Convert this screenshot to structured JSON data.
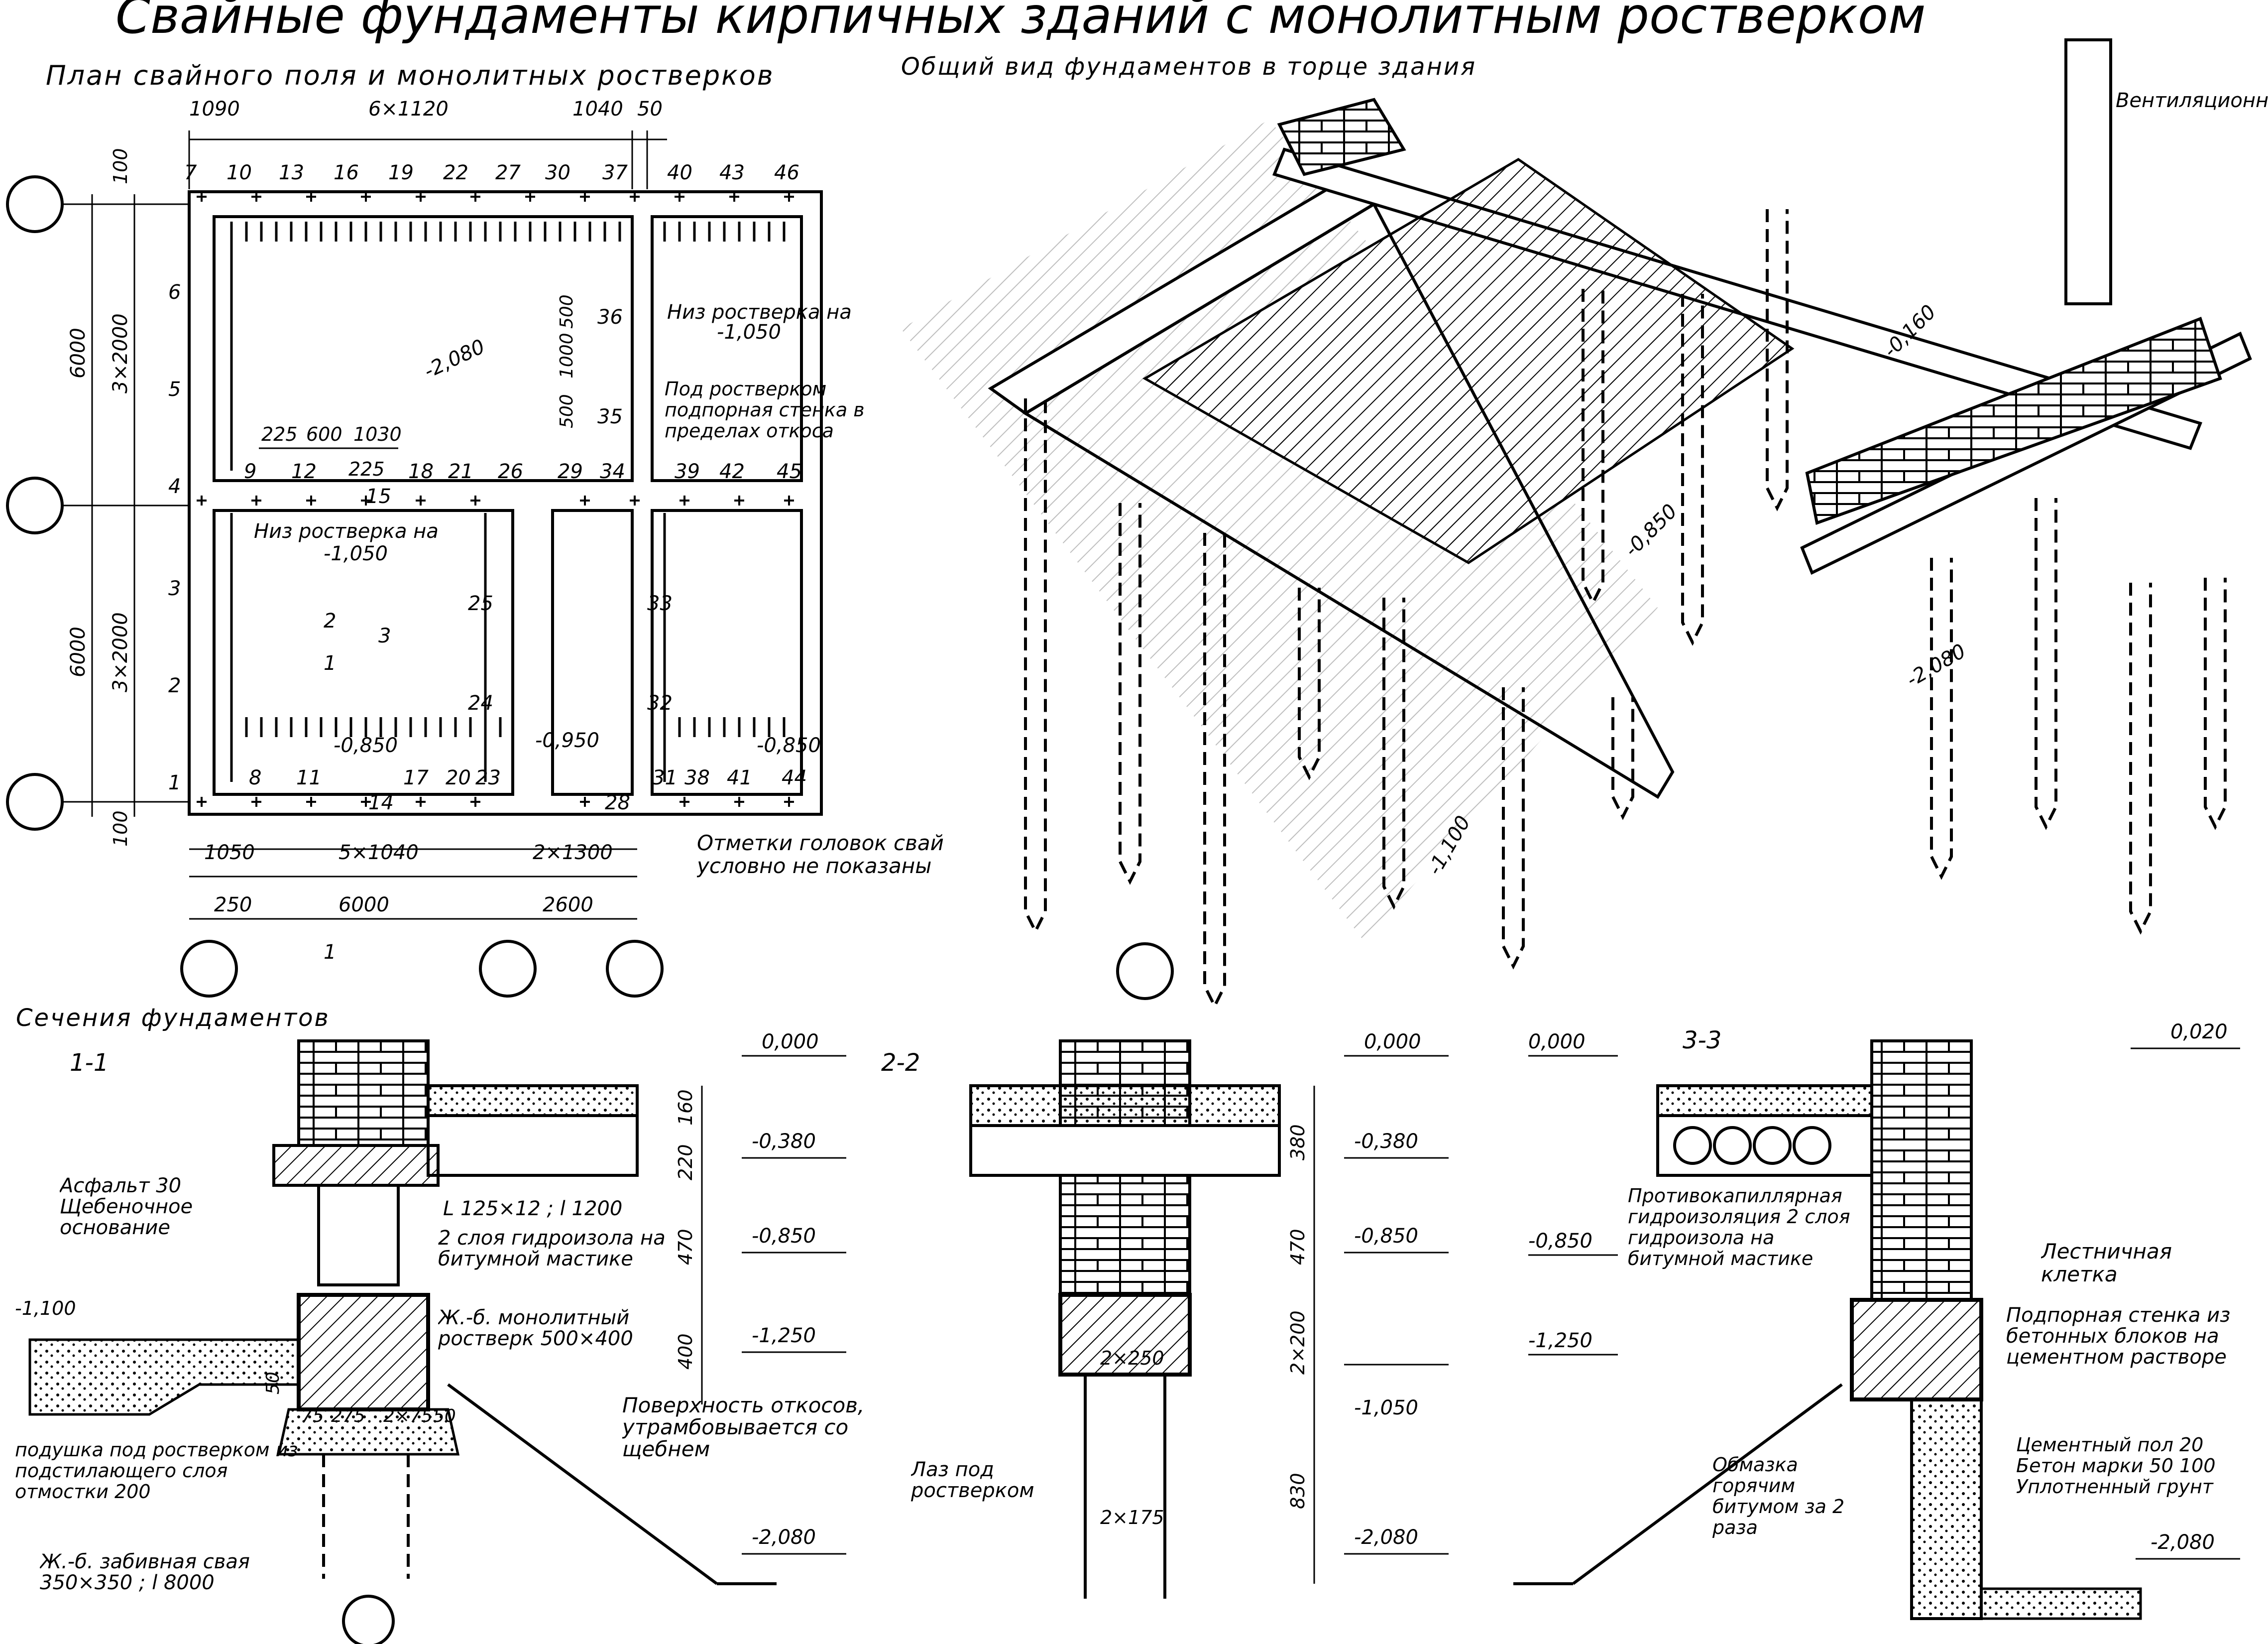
{
  "sheet": {
    "title": "Свайные фундаменты кирпичных зданий с монолитным ростверком"
  },
  "plan": {
    "title": "План свайного поля и монолитных ростверков",
    "top_dims": {
      "d1": "1090",
      "d2": "6×1120",
      "d3": "1040",
      "d4": "50"
    },
    "bottom_dims": {
      "d1": "1050",
      "d2": "5×1040",
      "d3": "2×1300",
      "d4": "250",
      "d5": "6000",
      "d6": "2600"
    },
    "left_dims": {
      "upper": "6000",
      "upper_sub": "3×2000",
      "lower": "6000",
      "lower_sub": "3×2000",
      "edge_top": "100",
      "edge_bottom": "100"
    },
    "pile_numbers_top": [
      "7",
      "10",
      "13",
      "16",
      "19",
      "22",
      "27",
      "30",
      "37",
      "40",
      "43",
      "46"
    ],
    "pile_numbers_mid": [
      "9",
      "12",
      "15",
      "18",
      "21",
      "26",
      "29",
      "34",
      "39",
      "42",
      "45"
    ],
    "pile_numbers_bottom": [
      "8",
      "11",
      "14",
      "17",
      "20",
      "23",
      "28",
      "31",
      "38",
      "41",
      "44"
    ],
    "pile_numbers_left": [
      "1",
      "2",
      "3",
      "4",
      "5",
      "6"
    ],
    "pile_numbers_inner": [
      "25",
      "24",
      "33",
      "32",
      "35",
      "36"
    ],
    "inner_dims": {
      "a": "225",
      "b": "600",
      "c": "1030",
      "d": "225",
      "e": "500",
      "f": "1000",
      "g": "500"
    },
    "elev_pit": "-2,080",
    "elev_850_a": "-0,850",
    "elev_950": "-0,950",
    "elev_850_b": "-0,850",
    "note_grillage_top": "Низ ростверка на",
    "note_grillage_top_val": "-1,050",
    "note_retaining": "Под ростверком подпорная стенка в пределах откоса",
    "note_grillage_left": "Низ ростверка на",
    "note_grillage_left_val": "-1,050",
    "note_piles": "Отметки головок свай условно не показаны",
    "section_marks": {
      "s1": "1",
      "s2": "2",
      "s3": "3"
    }
  },
  "axo": {
    "title": "Общий вид фундаментов в торце здания",
    "vent_note": "Вентиляционные блоки",
    "elev_a": "-0,160",
    "elev_b": "-0,850",
    "elev_c": "-2,080",
    "elev_d": "-1,100"
  },
  "sections": {
    "title": "Сечения фундаментов",
    "s11": {
      "label": "1-1",
      "elev_0": "0,000",
      "elev_380": "-0,380",
      "elev_850": "-0,850",
      "elev_1250": "-1,250",
      "elev_2080": "-2,080",
      "elev_1100": "-1,100",
      "dims": {
        "d160": "160",
        "d220": "220",
        "d470": "470",
        "d400": "400",
        "d50": "50"
      },
      "bottom_dims": {
        "a": "75",
        "b": "275",
        "c": "2×75",
        "d": "50"
      },
      "angle": "L 125×12 ; l 1200",
      "hydro": "2 слоя гидроизола на битумной мастике",
      "grillage": "Ж.-б. монолитный ростверк 500×400",
      "asphalt": "Асфальт 30 Щебеночное основание",
      "slopes": "Поверхность откосов, утрамбовывается со щебнем",
      "cushion": "подушка под ростверком из подстилающего слоя отмостки 200",
      "pile": "Ж.-б. забивная свая 350×350 ; l 8000"
    },
    "s22": {
      "label": "2-2",
      "elev_0": "0,000",
      "elev_380": "-0,380",
      "elev_850": "-0,850",
      "elev_1050": "-1,050",
      "elev_2080": "-2,080",
      "dims": {
        "d380": "380",
        "d470": "470",
        "d2x200": "2×200",
        "d830": "830"
      },
      "w250": "2×250",
      "w175": "2×175",
      "manhole": "Лаз под ростверком"
    },
    "s33": {
      "label": "3-3",
      "elev_0": "0,000",
      "elev_020": "0,020",
      "elev_850": "-0,850",
      "elev_1250": "-1,250",
      "elev_2080": "-2,080",
      "capillary": "Противокапиллярная гидроизоляция 2 слоя гидроизола на битумной мастике",
      "stair": "Лестничная клетка",
      "retaining": "Подпорная стенка из бетонных блоков на цементном растворе",
      "bitumen": "Обмазка горячим битумом за 2 раза",
      "floor": "Цементный пол 20 Бетон марки 50 100 Уплотненный грунт"
    }
  }
}
